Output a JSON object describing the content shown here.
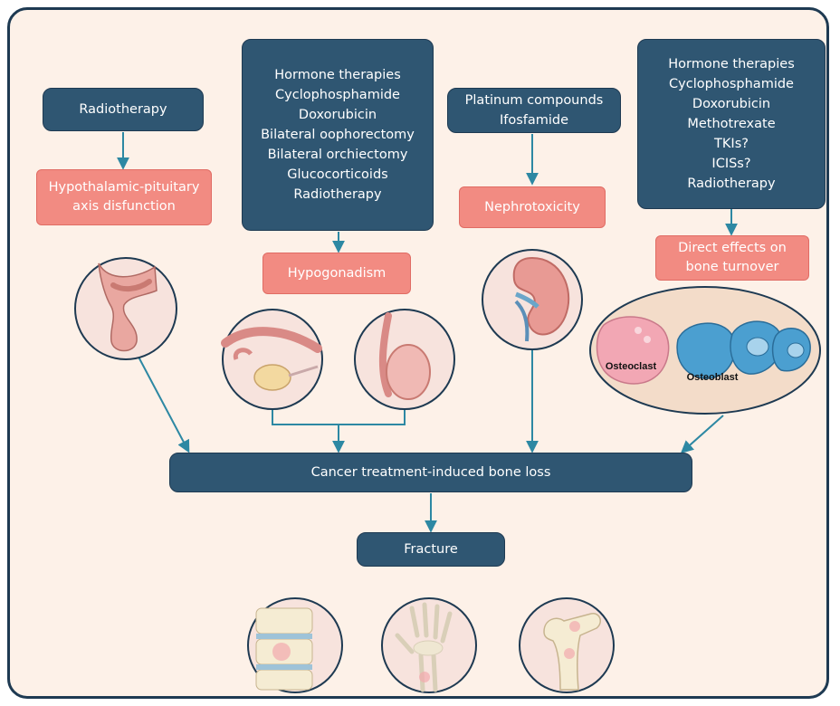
{
  "nodes": {
    "radiotherapy": [
      "Radiotherapy"
    ],
    "hpa": [
      "Hypothalamic-pituitary",
      "axis disfunction"
    ],
    "center_therapies": [
      "Hormone therapies",
      "Cyclophosphamide",
      "Doxorubicin",
      "Bilateral oophorectomy",
      "Bilateral orchiectomy",
      "Glucocorticoids",
      "Radiotherapy"
    ],
    "hypogonadism": [
      "Hypogonadism"
    ],
    "platinum": [
      "Platinum compounds",
      "Ifosfamide"
    ],
    "nephrotoxicity": [
      "Nephrotoxicity"
    ],
    "right_therapies": [
      "Hormone therapies",
      "Cyclophosphamide",
      "Doxorubicin",
      "Methotrexate",
      "TKIs?",
      "ICISs?",
      "Radiotherapy"
    ],
    "direct_effects": [
      "Direct effects on",
      "bone turnover"
    ],
    "bone_loss": [
      "Cancer treatment-induced bone loss"
    ],
    "fracture": [
      "Fracture"
    ]
  },
  "labels": {
    "osteoclast": "Osteoclast",
    "osteoblast": "Osteoblast"
  },
  "colors": {
    "frame_border": "#1e3a52",
    "background": "#fdf1e8",
    "dark_box": "#2f5672",
    "pink_box": "#f28b82",
    "arrow": "#2d88a3"
  }
}
